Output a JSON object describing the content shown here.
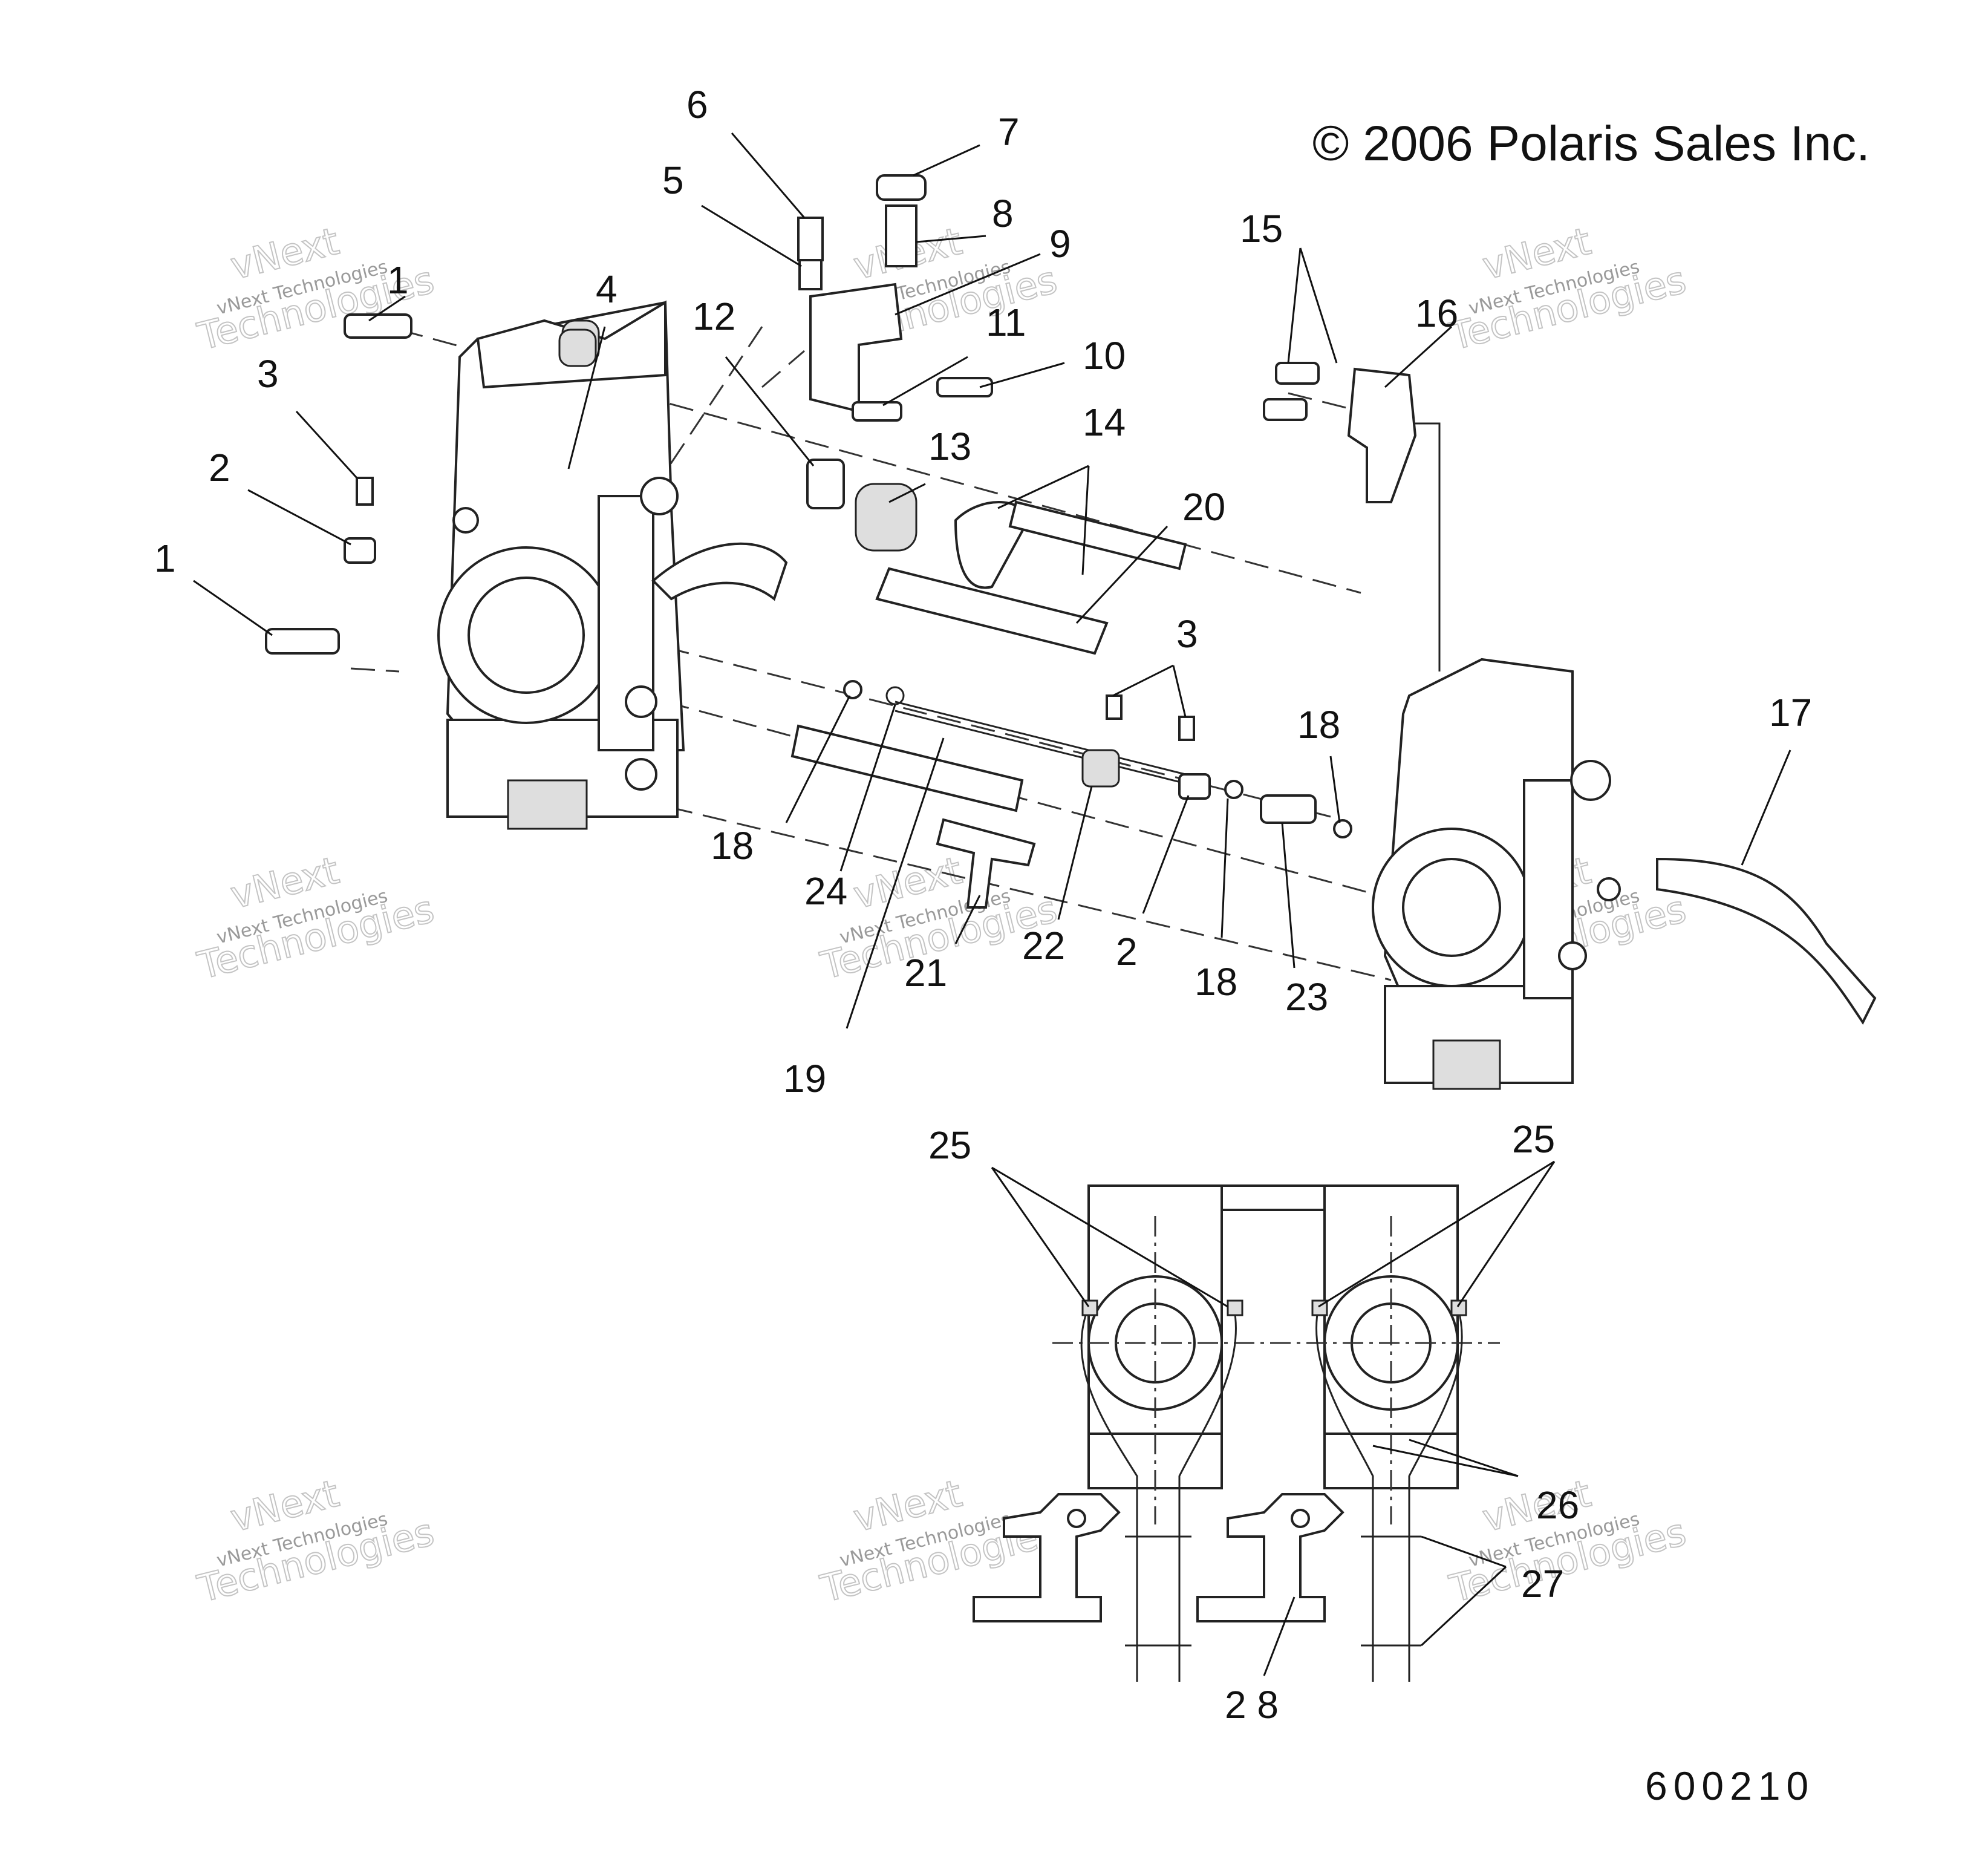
{
  "copyright": "© 2006 Polaris Sales Inc.",
  "part_number": "600210",
  "watermark": {
    "line1": "vNext",
    "line2": "vNext Technologies",
    "line3": "Technologies"
  },
  "callouts": {
    "c1a": "1",
    "c1b": "1",
    "c2a": "2",
    "c2b": "2",
    "c3a": "3",
    "c3b": "3",
    "c4": "4",
    "c5": "5",
    "c6": "6",
    "c7": "7",
    "c8": "8",
    "c9": "9",
    "c10": "10",
    "c11": "11",
    "c12": "12",
    "c13": "13",
    "c14": "14",
    "c15": "15",
    "c16": "16",
    "c17": "17",
    "c18a": "18",
    "c18b": "18",
    "c18c": "18",
    "c19": "19",
    "c20": "20",
    "c21": "21",
    "c22": "22",
    "c23": "23",
    "c24": "24",
    "c25a": "25",
    "c25b": "25",
    "c26": "26",
    "c27": "27",
    "c28": "2 8"
  }
}
